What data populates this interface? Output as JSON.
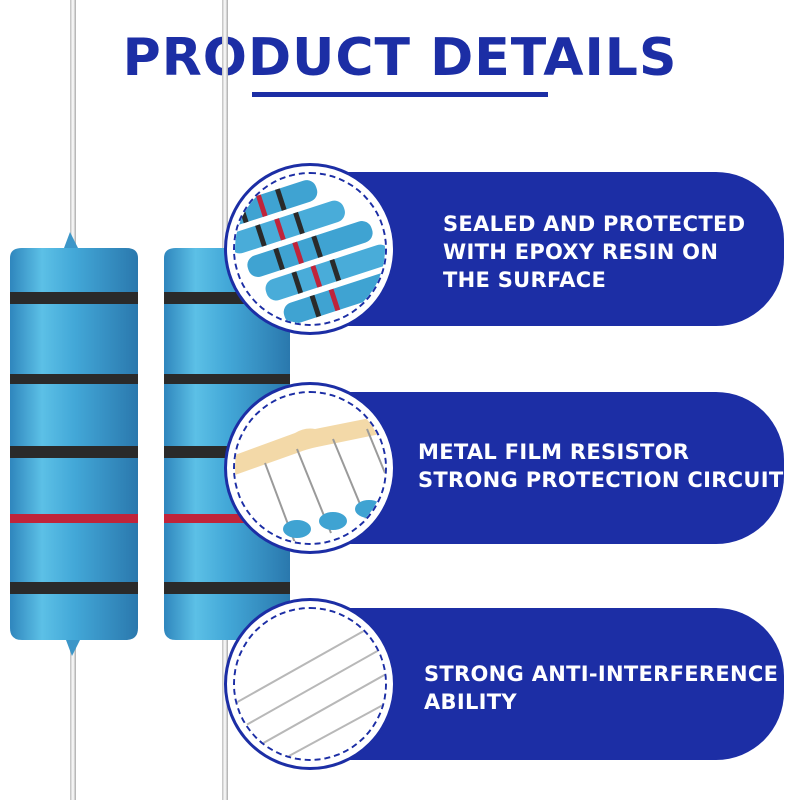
{
  "header": {
    "title": "PRODUCT DETAILS"
  },
  "features": [
    {
      "line1": "SEALED AND PROTECTED",
      "line2": "WITH EPOXY RESIN ON",
      "line3": "THE SURFACE"
    },
    {
      "line1": "METAL FILM RESISTOR",
      "line2": "STRONG PROTECTION CIRCUIT"
    },
    {
      "line1": "STRONG ANTI-INTERFERENCE",
      "line2": "ABILITY"
    }
  ],
  "colors": {
    "brand_blue": "#1c2ea5",
    "resistor_blue": "#3fa3d2",
    "band_black": "#2a2a2a",
    "band_red": "#c0243a",
    "paper_tape": "#f3d9a8"
  }
}
